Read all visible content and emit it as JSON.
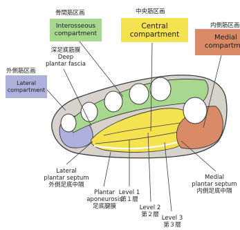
{
  "compartments": {
    "interosseous": {
      "jp": "骨間筋区画",
      "en_line1": "Interosseous",
      "en_line2": "compartment"
    },
    "central": {
      "jp": "中央筋区画",
      "en_line1": "Central",
      "en_line2": "compartment"
    },
    "medial": {
      "jp": "内側筋区画",
      "en_line1": "Medial",
      "en_line2": "compartment"
    },
    "lateral": {
      "jp": "外側筋区画",
      "en_line1": "Lateral",
      "en_line2": "compartment"
    }
  },
  "labels": {
    "deep_fascia": {
      "jp": "深足底筋膜",
      "en_line1": "Deep",
      "en_line2": "plantar fascia"
    },
    "lateral_septum": {
      "en_line1": "Lateral",
      "en_line2": "plantar septum",
      "jp": "外側足底中隔"
    },
    "aponeurosis": {
      "en_line1": "Plantar",
      "en_line2": "aponeurosis",
      "jp": "足底腱膜"
    },
    "level1": {
      "en": "Level 1",
      "jp": "第１層"
    },
    "level2": {
      "en": "Level 2",
      "jp": "第２層"
    },
    "level3": {
      "en": "Level 3",
      "jp": "第３層"
    },
    "medial_septum": {
      "en_line1": "Medial",
      "en_line2": "plantar septum",
      "jp": "内側足底中隔"
    }
  },
  "colors": {
    "interosseous": "#a8d88f",
    "central": "#f4e24f",
    "medial": "#d98b67",
    "lateral": "#aeb1dc",
    "fascia": "#ffffff",
    "outline": "#3a3a3a"
  }
}
